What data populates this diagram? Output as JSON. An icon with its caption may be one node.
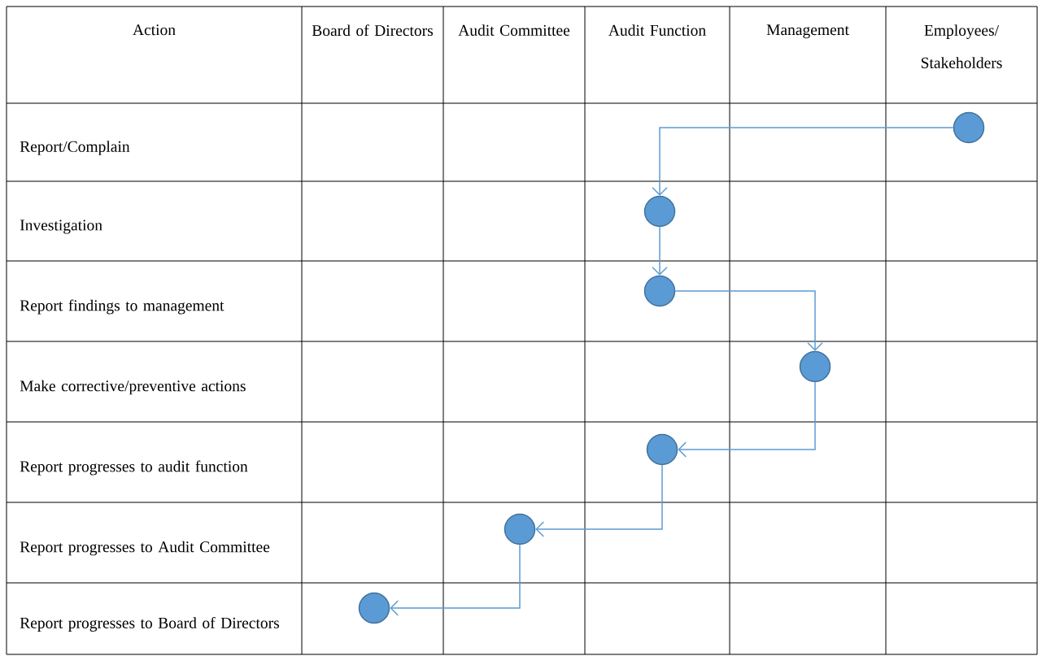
{
  "diagram": {
    "nodes": [
      {
        "text": [],
        "shape": "circle"
      },
      {
        "text": [],
        "shape": "circle"
      },
      {
        "text": [],
        "shape": "circle"
      },
      {
        "text": [],
        "shape": "circle"
      },
      {
        "text": [],
        "shape": "circle"
      },
      {
        "text": [],
        "shape": "circle"
      },
      {
        "text": [],
        "shape": "circle"
      }
    ],
    "edges": [
      {
        "from": 0,
        "to": 1,
        "arrow": "to"
      },
      {
        "from": 1,
        "to": 2,
        "arrow": "to"
      },
      {
        "from": 2,
        "to": 3,
        "arrow": "to"
      },
      {
        "from": 3,
        "to": 4,
        "arrow": "to"
      },
      {
        "from": 4,
        "to": 5,
        "arrow": "to"
      },
      {
        "from": 5,
        "to": 6,
        "arrow": "to"
      }
    ],
    "labels": [
      "Action",
      "Board of Directors",
      "Audit Committee",
      "Audit Function",
      "Management",
      "Employees/ Stakeholders",
      "Report/Complain",
      "Investigation",
      "Report findings to management",
      "Make corrective/preventive actions",
      "Report progresses to audit function",
      "Report progresses to Audit Committee",
      "Report progresses to Board of Directors"
    ]
  }
}
